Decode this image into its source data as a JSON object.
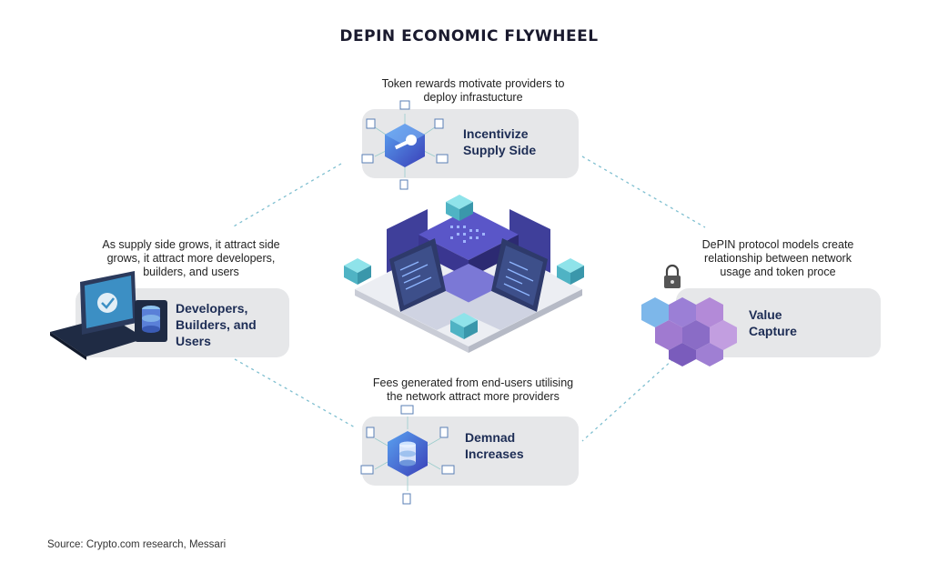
{
  "title": "DEPIN ECONOMIC FLYWHEEL",
  "nodes": {
    "incentivize": {
      "caption": [
        "Token rewards motivate providers to",
        "deploy infrastucture"
      ],
      "label": [
        "Incentivize",
        "Supply Side"
      ],
      "icon": "key-hexagon-icon"
    },
    "developers": {
      "caption": [
        "As supply side grows, it attract side",
        "grows, it attract more developers,",
        "builders, and users"
      ],
      "label": [
        "Developers,",
        "Builders, and",
        "Users"
      ],
      "icon": "laptop-database-icon"
    },
    "value": {
      "caption": [
        "DePIN protocol models create",
        "relationship between network",
        "usage and token proce"
      ],
      "label": [
        "Value",
        "Capture"
      ],
      "icon": "lock-cubes-icon"
    },
    "demand": {
      "caption": [
        "Fees generated from end-users utilising",
        "the network attract more providers"
      ],
      "label": [
        "Demnad",
        "Increases"
      ],
      "icon": "database-hexagon-icon"
    }
  },
  "center_icon": "server-network-icon",
  "colors": {
    "card": "#e6e7e9",
    "label": "#1d2d55",
    "dash": "#7fbfd0",
    "accent_blue": "#3f5fd0",
    "accent_purple": "#7b5bc7"
  },
  "source": "Source: Crypto.com research, Messari"
}
